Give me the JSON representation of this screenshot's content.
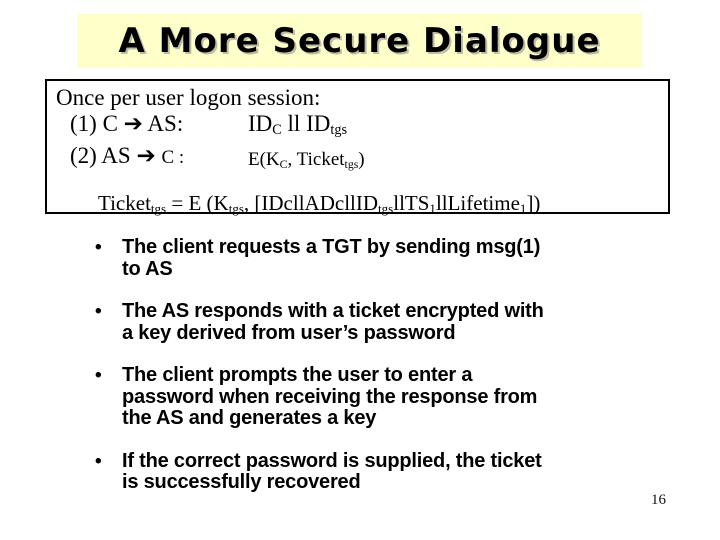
{
  "slide": {
    "title": "A More Secure Dialogue",
    "page_number": "16"
  },
  "colors": {
    "title_bg": "#ffffc9",
    "slide_bg": "#ffffff",
    "text": "#000000",
    "box_border": "#000000"
  },
  "protocol_box": {
    "intro": "Once per user logon session:",
    "line1": {
      "label": "(1) C ➔ AS:",
      "value_segments": [
        {
          "text": "ID"
        },
        {
          "text": "C",
          "sub": true
        },
        {
          "text": " ll ID"
        },
        {
          "text": "tgs",
          "sub": true
        }
      ]
    },
    "line2": {
      "label_segments": [
        {
          "text": "(2) AS ➔ "
        },
        {
          "text": "C :",
          "small": true
        }
      ],
      "value_segments": [
        {
          "text": "E(K"
        },
        {
          "text": "C",
          "sub": true
        },
        {
          "text": ", Ticket"
        },
        {
          "text": "tgs",
          "sub": true
        },
        {
          "text": ")"
        }
      ]
    },
    "formula_segments": [
      {
        "text": "Ticket"
      },
      {
        "text": "tgs",
        "sub": true
      },
      {
        "text": " = E (K"
      },
      {
        "text": "tgs",
        "sub": true
      },
      {
        "text": ", [IDcllADcllID"
      },
      {
        "text": "tgs",
        "sub": true
      },
      {
        "text": "llTS"
      },
      {
        "text": "1",
        "sub": true
      },
      {
        "text": "llLifetime"
      },
      {
        "text": "1",
        "sub": true
      },
      {
        "text": "])"
      }
    ]
  },
  "bullets": [
    {
      "marker": "•",
      "text": "The client requests a TGT by sending msg(1)\nto AS"
    },
    {
      "marker": "•",
      "text": "The AS responds with a ticket encrypted with\na key derived from user’s password"
    },
    {
      "marker": "•",
      "text": "The client prompts the user to enter a\npassword when receiving the response from\nthe AS and generates a key"
    },
    {
      "marker": "•",
      "text": "If the correct password is supplied, the ticket\nis successfully recovered"
    }
  ]
}
